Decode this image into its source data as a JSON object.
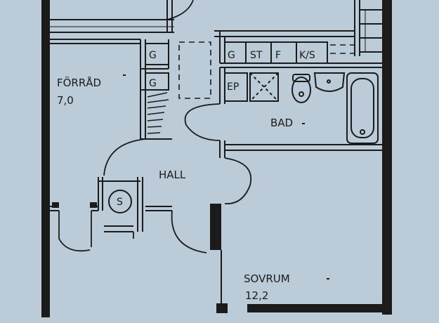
{
  "rooms": {
    "forrad": {
      "name": "FÖRRÅD",
      "area": "7,0"
    },
    "bad": {
      "name": "BAD"
    },
    "hall": {
      "name": "HALL"
    },
    "sovrum": {
      "name": "SOVRUM",
      "area": "12,2"
    },
    "top_left": {
      "name": ""
    },
    "top_right": {
      "name": ""
    }
  },
  "fixtures": {
    "g1": "G",
    "g2": "G",
    "g3": "G",
    "st": "ST",
    "f": "F",
    "ks": "K/S",
    "ep": "EP",
    "s": "S"
  },
  "colors": {
    "background": "#bccbd8",
    "ink": "#1b1b1b"
  }
}
